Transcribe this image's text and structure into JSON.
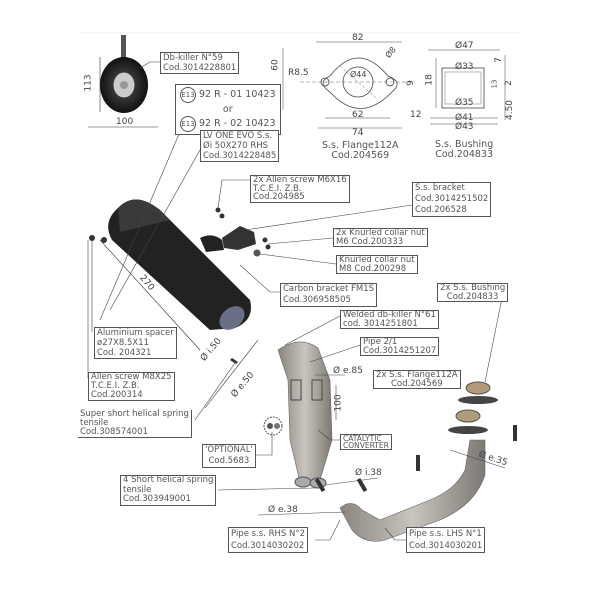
{
  "dbkiller59": {
    "line1": "Db-killer N°59",
    "line2": "Cod.3014228801",
    "dim_height": "113",
    "dim_width": "100"
  },
  "homologation": {
    "mark1": "E13",
    "code1": "92 R - 01 10423",
    "or": "or",
    "mark2": "E13",
    "code2": "92 R - 02 10423"
  },
  "muffler": {
    "line1": "LV ONE EVO S.s.",
    "line2": "Øi 50X270 RHS",
    "line3": "Cod.3014228485",
    "dim_length": "270",
    "dim_i50": "Ø i.50",
    "dim_e50": "Ø e.50"
  },
  "flange": {
    "name": "S.s. Flange112A",
    "code": "Cod.204569",
    "dims": {
      "w82": "82",
      "h60": "60",
      "r": "R8.5",
      "d44": "Ø44",
      "d8": "Ø8",
      "d9": "9",
      "w62": "62",
      "w74": "74",
      "w12": "12"
    }
  },
  "bushing": {
    "name": "S.s. Bushing",
    "code": "Cod.204833",
    "dims": {
      "d47": "Ø47",
      "d33": "Ø33",
      "d35": "Ø35",
      "d41": "Ø41",
      "d43": "Ø43",
      "h18": "18",
      "h7": "7",
      "h2": "2",
      "h13": "13",
      "h450": "4.50"
    }
  },
  "allen_m6": {
    "line1": "2x Allen screw M6X16",
    "line2": "T.C.E.I. Z.B.",
    "line3": "Cod.204985"
  },
  "bracket": {
    "line1": "S.s. bracket",
    "line2": "Cod.3014251502",
    "line3": "Cod.206528"
  },
  "knurled_m6": {
    "line1": "2x Knurled collar nut",
    "line2": "M6 Cod.200333"
  },
  "knurled_m8": {
    "line1": "Knurled collar nut",
    "line2": "M8 Cod.200298"
  },
  "carbon_bracket": {
    "line1": "Carbon bracket FM1S",
    "line2": "Cod.306958505"
  },
  "bushing2x": {
    "line1": "2x S.s. Bushing",
    "line2": "Cod.204833"
  },
  "dbkiller61": {
    "line1": "Welded db-killer N°61",
    "line2": "cod. 3014251801"
  },
  "pipe21": {
    "line1": "Pipe 2/1",
    "line2": "Cod.3014251207"
  },
  "flange2x": {
    "line1": "2x S.s. Flange112A",
    "line2": "Cod.204569"
  },
  "catalytic": {
    "line1": "CATALYTIC",
    "line2": "CONVERTER",
    "dim_e85": "Ø e.85",
    "dim_100": "100"
  },
  "alu_spacer": {
    "line1": "Aluminium spacer",
    "line2": "ø27X8.5X11",
    "line3": "Cod. 204321"
  },
  "allen_m8": {
    "line1": "Allen screw M8X25",
    "line2": "T.C.E.I. Z.B.",
    "line3": "Cod.200314"
  },
  "super_short": {
    "line1": "Super short helical spring",
    "line2": "tensile",
    "line3": "Cod.308574001"
  },
  "optional": {
    "line1": "'OPTIONAL'",
    "line2": "Cod.5683"
  },
  "short_springs": {
    "line1": "4 Short helical spring",
    "line2": "tensile",
    "line3": "Cod.303949001"
  },
  "pipe_rhs": {
    "line1": "Pipe s.s. RHS N°2",
    "line2": "Cod.3014030202",
    "dim": "Ø e.38"
  },
  "pipe_lhs": {
    "line1": "Pipe s.s. LHS N°1",
    "line2": "Cod.3014030201",
    "dim": "Ø e.35"
  },
  "dim_i38": "Ø i.38"
}
